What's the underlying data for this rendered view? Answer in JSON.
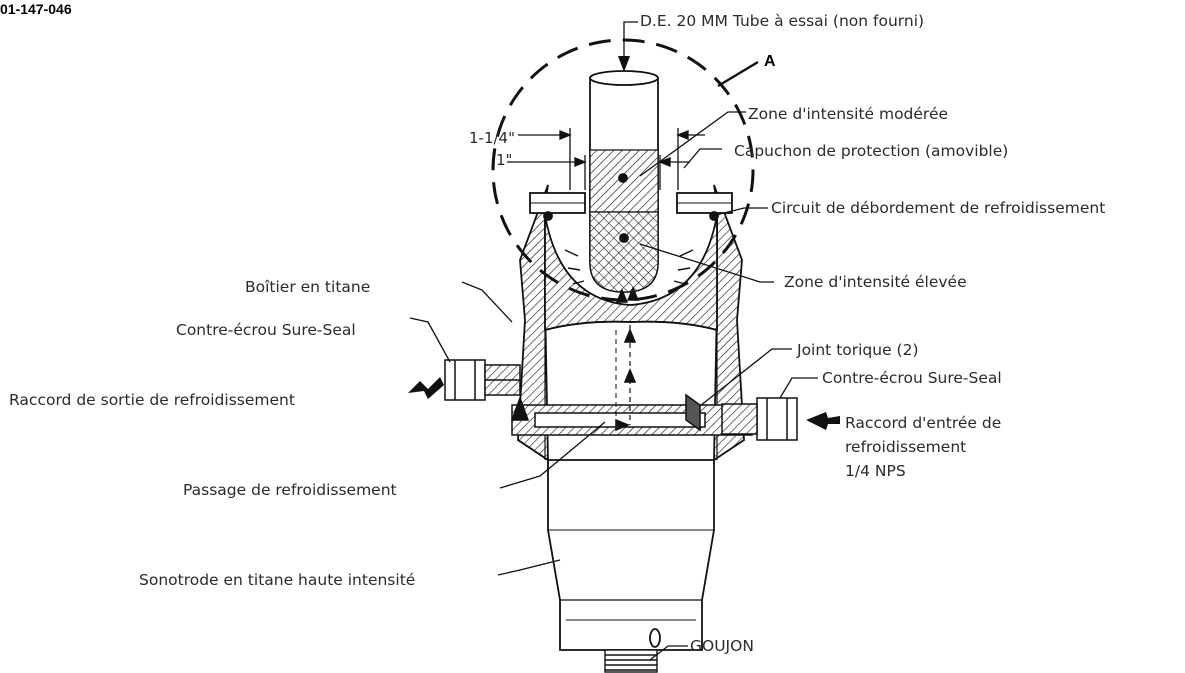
{
  "part_number": "01-147-046",
  "detail_marker": "A",
  "dimensions": {
    "outer": "1-1/4\"",
    "inner": "1\""
  },
  "labels": {
    "test_tube": "D.E. 20 MM Tube à essai (non fourni)",
    "moderate_zone": "Zone d'intensité modérée",
    "protective_cap": "Capuchon de protection (amovible)",
    "overflow_circuit": "Circuit de débordement de refroidissement",
    "high_zone": "Zone d'intensité élevée",
    "titanium_housing": "Boîtier en titane",
    "locknut_left": "Contre-écrou Sure-Seal",
    "oring": "Joint torique (2)",
    "locknut_right": "Contre-écrou Sure-Seal",
    "outlet_fitting": "Raccord de sortie de refroidissement",
    "inlet_line1": "Raccord d'entrée de",
    "inlet_line2": "refroidissement",
    "inlet_line3": "1/4 NPS",
    "cooling_passage": "Passage de refroidissement",
    "horn": "Sonotrode en titane haute intensité",
    "stud": "GOUJON"
  }
}
